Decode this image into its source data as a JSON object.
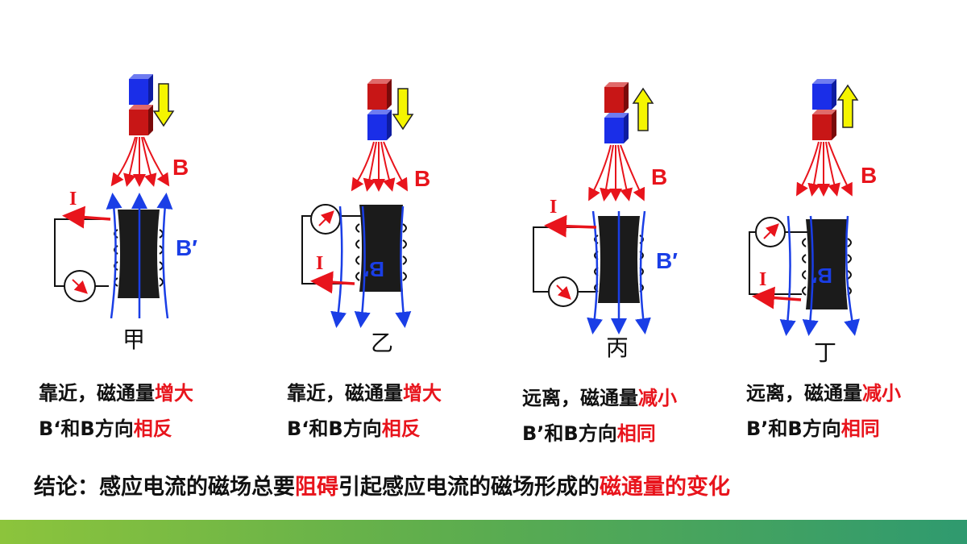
{
  "field_labels": {
    "b_outer": "B",
    "b_induced": "B′",
    "current": "I"
  },
  "panels": [
    {
      "id": "jia",
      "name": "甲",
      "motion": "down",
      "near": "red",
      "line1_a": "靠近，磁通量",
      "line1_b": "增大",
      "line2_a": "B‘和B方向",
      "line2_b": "相反"
    },
    {
      "id": "yi",
      "name": "乙",
      "motion": "down",
      "near": "blue",
      "line1_a": "靠近，磁通量",
      "line1_b": "增大",
      "line2_a": "B‘和B方向",
      "line2_b": "相反"
    },
    {
      "id": "bing",
      "name": "丙",
      "motion": "up",
      "near": "blue",
      "line1_a": "远离，磁通量",
      "line1_b": "减小",
      "line2_a": "B’和B方向",
      "line2_b": "相同"
    },
    {
      "id": "ding",
      "name": "丁",
      "motion": "up",
      "near": "red",
      "line1_a": "远离，磁通量",
      "line1_b": "减小",
      "line2_a": "B’和B方向",
      "line2_b": "相同"
    }
  ],
  "conclusion": {
    "a": "结论：感应电流的磁场总要",
    "b": "阻碍",
    "c": "引起感应电流的磁场形成的",
    "d": "磁通量的变化"
  },
  "colors": {
    "red": "#e8141c",
    "blue": "#1a3ee6",
    "arrow_yellow": "#f5f500",
    "magnet_red": "#c81616",
    "magnet_blue": "#1a2ee8"
  }
}
